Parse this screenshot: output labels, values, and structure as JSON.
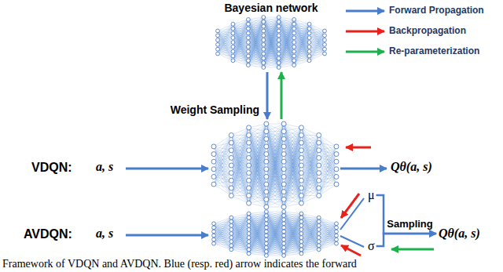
{
  "diagram": {
    "caption": "Framework of VDQN and AVDQN. Blue (resp. red) arrow indicates the forward",
    "nodes": [
      {
        "text": [
          "a, s"
        ]
      },
      {
        "text": [
          "Qθ(a, s)"
        ]
      },
      {
        "text": [
          "a, s"
        ]
      },
      {
        "text": [
          "μ"
        ]
      },
      {
        "text": [
          "σ"
        ]
      },
      {
        "text": [
          "Qθ(a, s)"
        ]
      }
    ],
    "edges": [
      {
        "from": 3,
        "to": 5,
        "arrow": "to",
        "label": "Sampling"
      },
      {
        "from": 4,
        "to": 5,
        "arrow": "to"
      }
    ],
    "labels": [
      "Bayesian network",
      "Weight Sampling",
      "VDQN:",
      "AVDQN:"
    ],
    "legend": [
      {
        "text": "Forward Propagation"
      },
      {
        "text": "Backpropagation"
      },
      {
        "text": "Re-parameterization"
      }
    ]
  }
}
